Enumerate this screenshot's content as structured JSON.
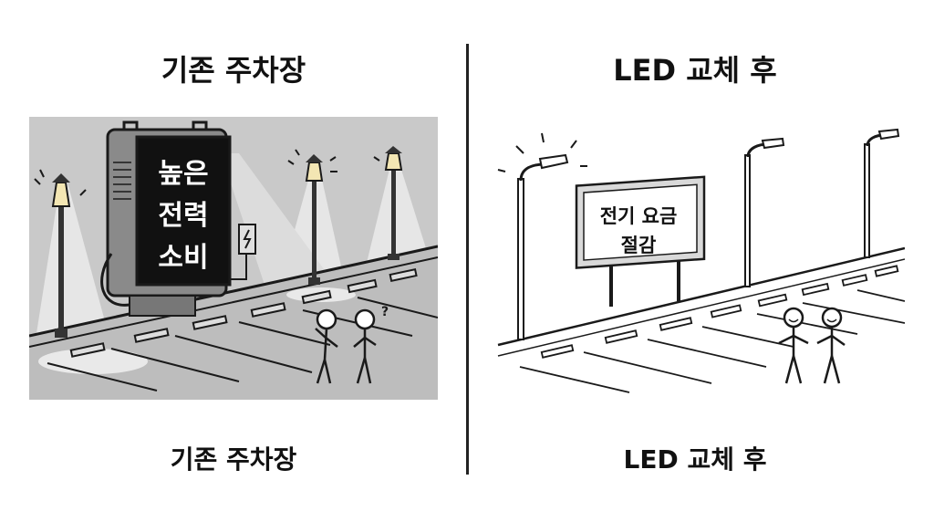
{
  "left_panel": {
    "title": "기존 주차장",
    "sign_lines": [
      "높은",
      "전력",
      "소비"
    ],
    "caption": "기존 주차장"
  },
  "right_panel": {
    "title": "LED 교체 후",
    "sign_lines": [
      "전기 요금",
      "절감"
    ],
    "caption": "LED 교체 후"
  },
  "colors": {
    "ink": "#1a1a1a",
    "left_background": "#c9c9c9",
    "light_cone": "#e4e4e4",
    "sign_board": "#111111"
  }
}
